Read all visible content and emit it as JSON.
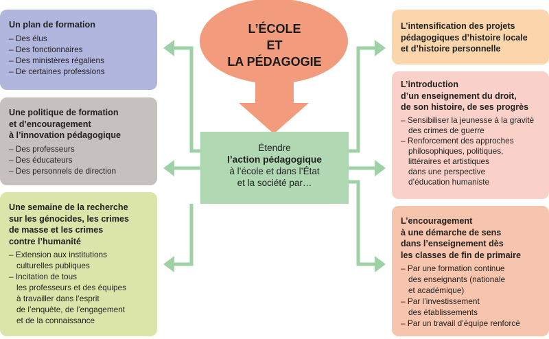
{
  "title": "L’ÉCOLE\nET\nLA PÉDAGOGIE",
  "center": {
    "line1": "Étendre",
    "bold": "l’action pédagogique",
    "line3": "à l’école et dans l’État",
    "line4": "et la société par…"
  },
  "left": [
    {
      "heading": "Un plan de formation",
      "items": [
        "Des élus",
        "Des fonctionnaires",
        "Des ministères régaliens",
        "De certaines professions"
      ]
    },
    {
      "heading": "Une politique de formation\net d’encouragement\nà l’innovation pédagogique",
      "items": [
        "Des professeurs",
        "Des éducateurs",
        "Des personnels de direction"
      ]
    },
    {
      "heading": "Une semaine de la recherche\nsur les génocides, les crimes\nde masse et les crimes\ncontre l’humanité",
      "items": [
        "Extension aux institutions\nculturelles publiques",
        "Incitation de tous\nles professeurs et des équipes\nà travailler dans l’esprit\nde l’enquête, de l’engagement\net de la connaissance"
      ]
    }
  ],
  "right": [
    {
      "heading": "L’intensification des projets\npédagogiques d’histoire locale\net d’histoire personnelle",
      "items": []
    },
    {
      "heading": "L’introduction\nd’un enseignement du droit,\nde son histoire, de ses progrès",
      "items": [
        "Sensibiliser la jeunesse à la gravité\ndes crimes de guerre",
        "Renforcement des approches\nphilosophiques, politiques,\nlittéraires et artistiques\ndans une perspective\nd’éducation humaniste"
      ]
    },
    {
      "heading": "L’encouragement\nà une démarche de sens\ndans l’enseignement dès\nles classes de fin de primaire",
      "items": [
        "Par une formation continue\ndes enseignants (nationale\net académique)",
        "Par l’investissement\ndes établissements",
        "Par un travail d’équipe renforcé"
      ]
    }
  ],
  "colors": {
    "arrow": "#9fd1a6",
    "ellipse": "#f29c7d",
    "center": "#b0d8b3"
  }
}
